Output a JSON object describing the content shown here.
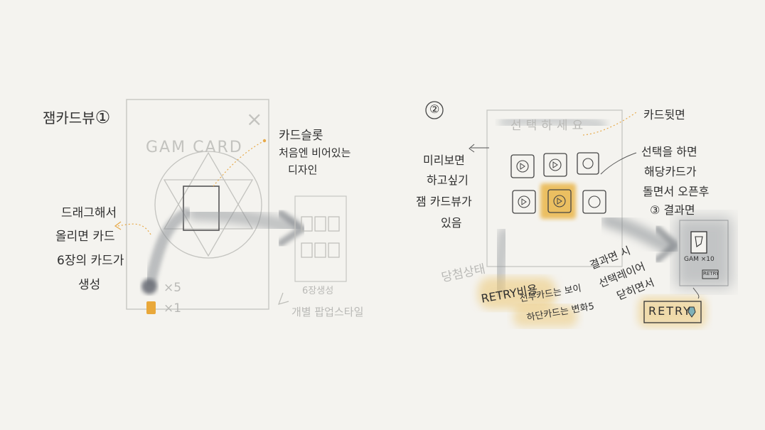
{
  "section1": {
    "title": "잼카드뷰",
    "number": "①",
    "card_title": "GAM CARD",
    "close": "×",
    "slot_note_title": "카드슬롯",
    "slot_note_line1": "처음엔 비어있는",
    "slot_note_line2": "디자인",
    "drag_note_lines": [
      "드래그해서",
      "올리면 카드",
      "6장의 카드가",
      "생성"
    ],
    "count_dark": "×5",
    "count_gold": "×1",
    "result_caption": "6장생성",
    "result_note": "개별 팝업스타일"
  },
  "section2": {
    "number": "②",
    "header": "선택하세요",
    "card_back_note": "카드뒷면",
    "preview_note_lines": [
      "미리보면",
      "하고싶기",
      "잼 카드뷰가",
      "있음"
    ],
    "flip_note_lines": [
      "선택을 하면",
      "해당카드가",
      "돌면서 오픈후"
    ],
    "step3": "③",
    "step3_label": "결과면",
    "result_card_label": "GAM ×10",
    "result_card_badge": "RETRY",
    "retry_note": "당첨상태",
    "retry_note2": "RETRY비용",
    "retry_note3_lines": [
      "전부카드는 보이",
      "하단카드는 변화5"
    ],
    "close_note_lines": [
      "결과면 시",
      "선택레이어",
      "닫히면서"
    ],
    "retry_button": "RETRY",
    "colors": {
      "gold": "#e9b43c",
      "ink": "#3a3a3a",
      "pencil": "#bdbdb8",
      "wash": "#8e9398"
    }
  }
}
